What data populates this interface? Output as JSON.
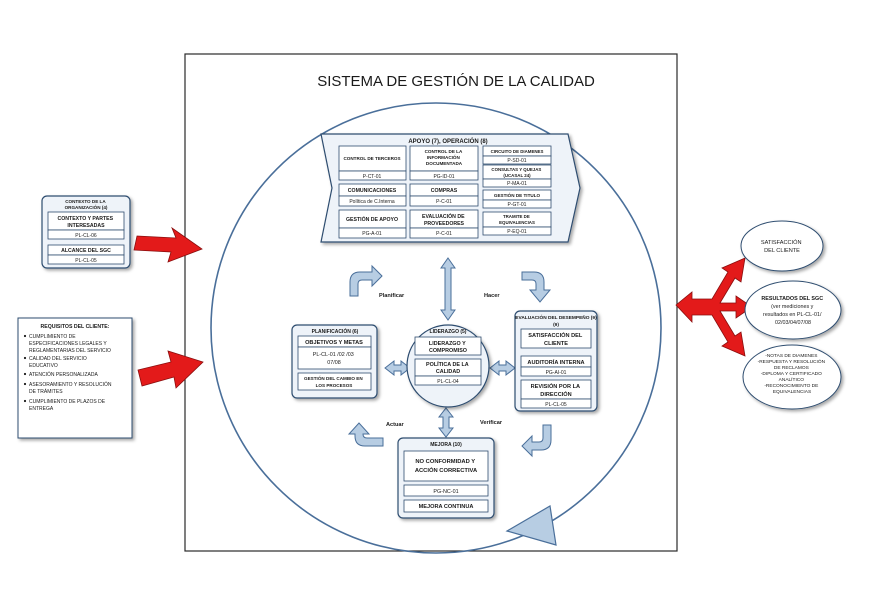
{
  "title": "SISTEMA DE GESTIÓN DE LA CALIDAD",
  "contexto": {
    "header": "CONTEXTO DE LA ORGANIZACIÓN (4)",
    "item1": "CONTEXTO Y PARTES INTERESADAS",
    "code1": "PL-CL-06",
    "item2": "ALCANCE DEL SGC",
    "code2": "PL-CL-05"
  },
  "requisitos": {
    "header": "REQUISITOS DEL CLIENTE:",
    "items": [
      "CUMPLIMIENTO DE ESPECIFICACIONES LEGALES Y REGLAMENTARIAS DEL SERVICIO",
      "CALIDAD DEL SERVICIO EDUCATIVO",
      "ATENCIÓN PERSONALIZADA",
      "ASESORAMIENTO Y RESOLUCIÓN DE TRÁMITES",
      "CUMPLIMIENTO DE PLAZOS DE ENTREGA"
    ]
  },
  "apoyo": {
    "header": "APOYO (7), OPERACIÓN (8)",
    "cells": [
      {
        "label": "CONTROL DE TERCEROS",
        "code": "P-CT-01"
      },
      {
        "label": "CONTROL DE LA INFORMACIÓN DOCUMENTADA",
        "code": "PG-ID-01"
      },
      {
        "label": "CIRCUITO DE DIAMENES",
        "code": "P-SD-01"
      },
      {
        "label": "CONSULTAS Y QUEJAS (UCASAL 24)",
        "code": "P-MA-01"
      },
      {
        "label": "COMUNICACIONES",
        "code": "Política de C.Interna"
      },
      {
        "label": "COMPRAS",
        "code": "P-C-01"
      },
      {
        "label": "GESTIÓN DE TITULO",
        "code": "P-GT-01"
      },
      {
        "label": "GESTIÓN DE APOYO",
        "code": "PG-A-01"
      },
      {
        "label": "EVALUACIÓN DE PROVEEDORES",
        "code": "P-C-01"
      },
      {
        "label": "TRAMITE DE EQUIVALENCIAS",
        "code": "P-EQ-01"
      }
    ]
  },
  "liderazgo": {
    "header": "LIDERAZGO (5)",
    "item": "LIDERAZGO Y COMPROMISO",
    "policy": "POLÍTICA DE LA CALIDAD",
    "code": "PL-CL-04"
  },
  "planificacion": {
    "header": "PLANIFICACIÓN (6)",
    "item": "OBJETIVOS Y METAS",
    "code": "PL-CL-01 /02 /03 07/08",
    "item2": "GESTIÓN DEL CAMBIO EN LOS PROCESOS"
  },
  "evaluacion": {
    "header": "EVALUACIÓN DEL DESEMPEÑO (9)",
    "item1": "SATISFACCIÓN DEL CLIENTE",
    "item2": "AUDITORÍA INTERNA",
    "code2": "PG-AI-01",
    "item3": "REVISIÓN POR LA DIRECCIÓN",
    "code3": "PL-CL-05"
  },
  "mejora": {
    "header": "MEJORA (10)",
    "item1": "NO CONFORMIDAD Y ACCIÓN CORRECTIVA",
    "code1": "PG-NC-01",
    "item2": "MEJORA CONTINUA"
  },
  "cycle": {
    "planificar": "Planificar",
    "hacer": "Hacer",
    "verificar": "Verificar",
    "actuar": "Actuar"
  },
  "outputs": {
    "satisfaccion": "SATISFACCIÓN DEL CLIENTE",
    "resultados": "RESULTADOS DEL SGC (ver mediciones y resultados en PL-CL-01/ 02/03/04/07/08",
    "notas": [
      "-NOTAS DE DIAMENES",
      "-RESPUESTA Y RESOLUCIÓN",
      "DE RECLAMOS",
      "-DIPLOMA Y CERTIFICADO",
      "ANALÍTICO",
      "-RECONOCIMIENTO DE",
      "EQUIVALENCIAS"
    ]
  },
  "colors": {
    "arrow_red": "#e31a1a",
    "flow_fill": "#b7cde3",
    "flow_stroke": "#4a6f9a",
    "box_stroke": "#2f4d6f"
  }
}
